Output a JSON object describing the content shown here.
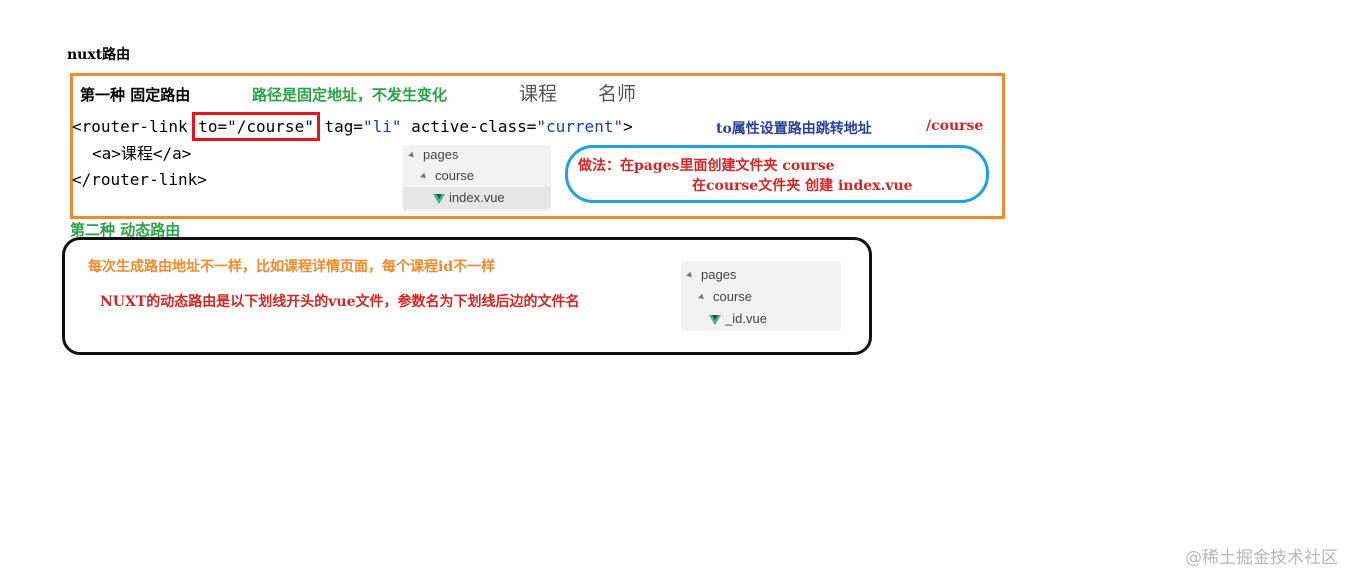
{
  "title": "nuxt路由",
  "section1": {
    "title": "第一种 固定路由",
    "note": "路径是固定地址，不发生变化",
    "nav": [
      "课程",
      "名师"
    ],
    "code": {
      "open_tag": "<router-link ",
      "to_attr": "to=\"/course\"",
      "tag_name": " tag=",
      "tag_value": "\"li\"",
      "active_name": " active-class=",
      "active_value": "\"current\"",
      "close_bracket": ">",
      "line2": "<a>课程</a>",
      "line3": "</router-link>"
    },
    "to_note": "to属性设置路由跳转地址",
    "to_path": "/course",
    "file_tree": [
      "pages",
      "course",
      "index.vue"
    ],
    "howto": {
      "line1": "做法：在pages里面创建文件夹 course",
      "line2": "在course文件夹 创建 index.vue"
    }
  },
  "section2": {
    "title": "第二种 动态路由",
    "line1": "每次生成路由地址不一样，比如课程详情页面，每个课程id不一样",
    "line2": "NUXT的动态路由是以下划线开头的vue文件，参数名为下划线后边的文件名",
    "file_tree": [
      "pages",
      "course",
      "_id.vue"
    ]
  },
  "colors": {
    "orange": "#f08a2c",
    "green": "#2aa14a",
    "red": "#d32626",
    "blue": "#1fa0e2",
    "navy": "#2a3f9c",
    "vue_green": "#41b883"
  },
  "watermark": "@稀土掘金技术社区"
}
